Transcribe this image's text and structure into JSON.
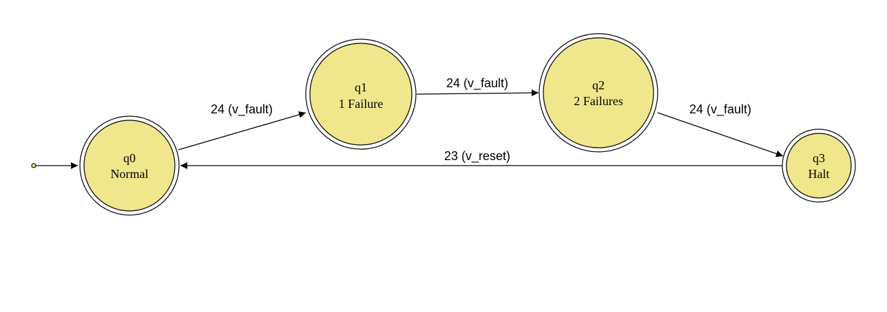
{
  "colors": {
    "state_fill": "#f0e68c",
    "stroke": "#000000",
    "start_dot": "#f0e68c"
  },
  "states": [
    {
      "id": "q0",
      "name": "q0",
      "label": "Normal"
    },
    {
      "id": "q1",
      "name": "q1",
      "label": "1 Failure"
    },
    {
      "id": "q2",
      "name": "q2",
      "label": "2 Failures"
    },
    {
      "id": "q3",
      "name": "q3",
      "label": "Halt"
    }
  ],
  "transitions": [
    {
      "from": "q0",
      "to": "q1",
      "label": "24 (v_fault)"
    },
    {
      "from": "q1",
      "to": "q2",
      "label": "24 (v_fault)"
    },
    {
      "from": "q2",
      "to": "q3",
      "label": "24 (v_fault)"
    },
    {
      "from": "q3",
      "to": "q0",
      "label": "23 (v_reset)"
    }
  ],
  "initial_state": "q0"
}
